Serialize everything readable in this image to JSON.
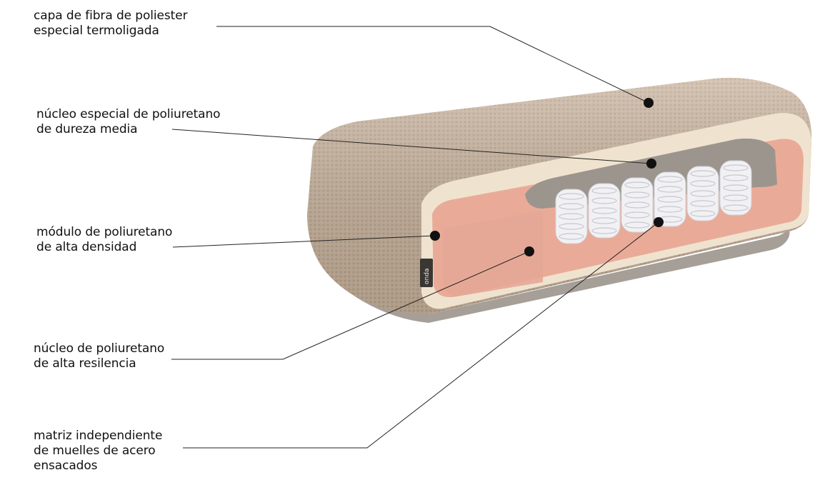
{
  "callouts": [
    {
      "id": "fibra",
      "lines": [
        "capa de fibra de poliester",
        "especial termoligada"
      ]
    },
    {
      "id": "nucleo-especial",
      "lines": [
        "núcleo especial de poliuretano",
        "de dureza media"
      ]
    },
    {
      "id": "modulo",
      "lines": [
        "módulo de poliuretano",
        "de alta densidad"
      ]
    },
    {
      "id": "nucleo-hr",
      "lines": [
        "núcleo de poliuretano",
        "de alta resilencia"
      ]
    },
    {
      "id": "muelles",
      "lines": [
        "matriz independiente",
        "de muelles de acero",
        "ensacados"
      ]
    }
  ],
  "brand_tag": "onda",
  "colors": {
    "fabric": "#c9b39e",
    "fiber_layer": "#efe3cf",
    "medium_core": "#9c958d",
    "hd_module": "#e9ab98",
    "hr_core": "#e5a796",
    "springs": "#f1f1f4",
    "base": "#a59f97",
    "line": "#222222",
    "dot": "#111111"
  }
}
